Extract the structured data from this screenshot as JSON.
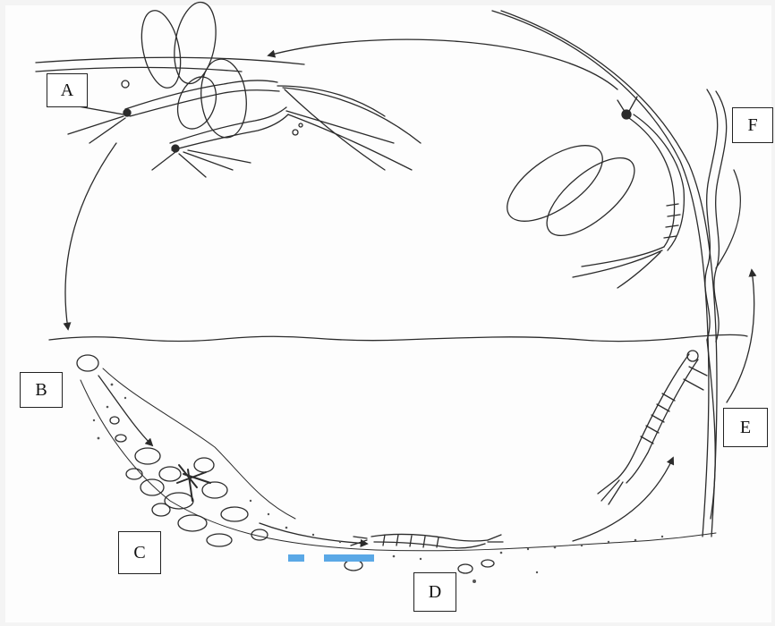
{
  "diagram": {
    "labels": {
      "a": "A",
      "b": "B",
      "c": "C",
      "d": "D",
      "e": "E",
      "f": "F"
    },
    "stages": {
      "a": "mating-adults-icon",
      "b": "egg-icon",
      "c": "nymph-among-stones-icon",
      "d": "swimming-nymph-icon",
      "e": "climbing-nymph-icon",
      "f": "winged-adult-icon"
    },
    "colors": {
      "ink": "#2b2b2b",
      "highlight": "#5aa8e6",
      "background": "#fdfdfd"
    }
  }
}
